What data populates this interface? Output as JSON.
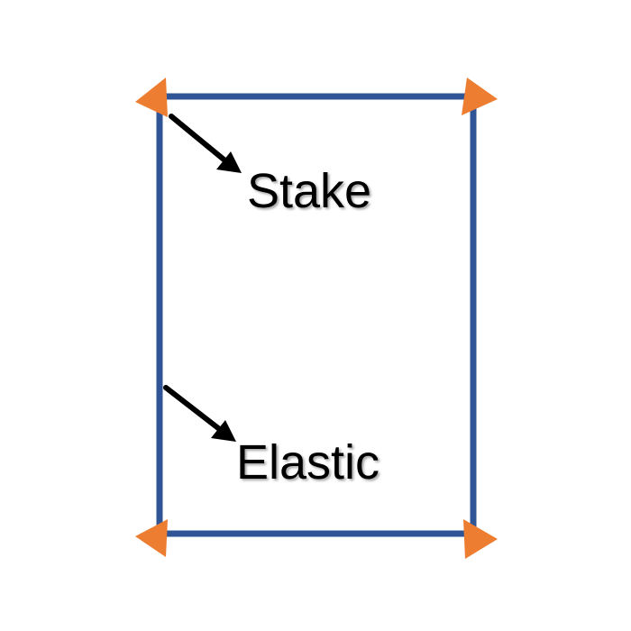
{
  "labels": {
    "stake": "Stake",
    "elastic": "Elastic"
  },
  "colors": {
    "rectangle": "#2f5597",
    "stake_markers": "#ed7d31",
    "arrows": "#000000",
    "text": "#000000"
  },
  "icons": [
    "triangle-marker",
    "arrow"
  ]
}
